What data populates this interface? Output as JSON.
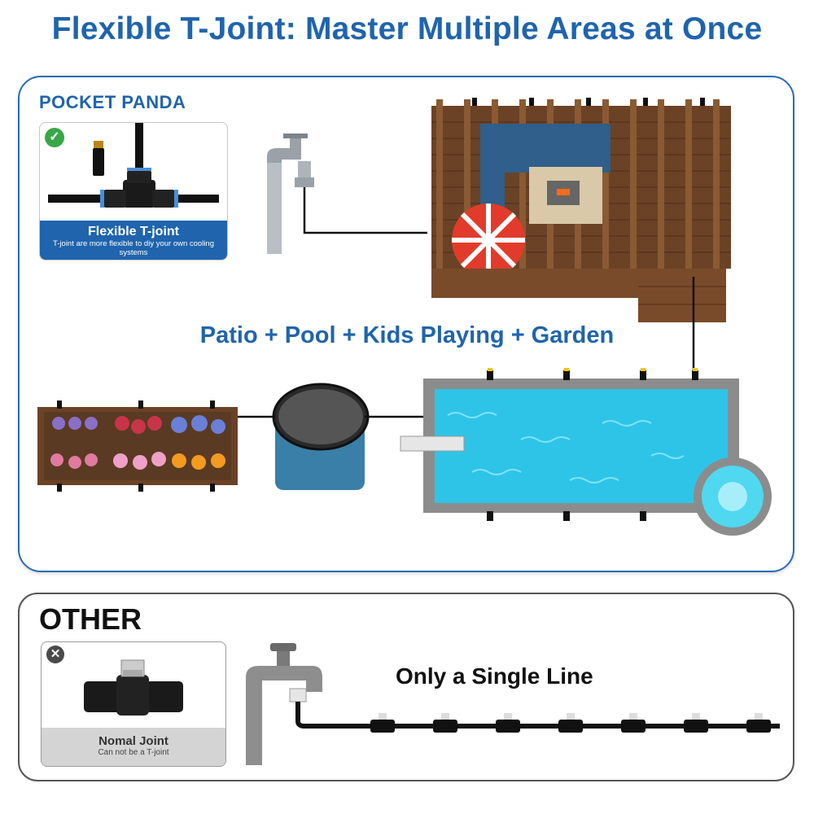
{
  "headline": "Flexible T-Joint: Master Multiple Areas at Once",
  "brand": "POCKET PANDA",
  "tjoint_card": {
    "title": "Flexible T-joint",
    "description": "T-joint are more flexible to diy your own cooling systems",
    "badge": "✓"
  },
  "areas_label": "Patio + Pool + Kids Playing + Garden",
  "other": {
    "title": "OTHER",
    "badge": "✕",
    "card_title": "Nomal Joint",
    "card_desc": "Can not be a T-joint",
    "single_line_label": "Only a Single Line"
  },
  "colors": {
    "brand_blue": "#1f64ad",
    "check_green": "#3aa648",
    "deck_brown": "#6b4226",
    "pool_water": "#2ec4e8",
    "pipe_black": "#111111"
  },
  "icons": [
    "check-icon",
    "x-icon",
    "faucet-icon",
    "pipe-line",
    "nozzle-icon"
  ]
}
